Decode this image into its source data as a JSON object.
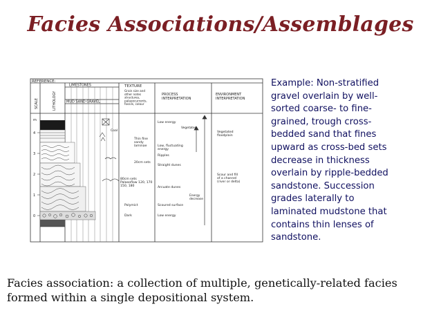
{
  "slide": {
    "title": "Facies Associations/Assemblages",
    "example_text": "Example:  Non-stratified\ngravel overlain by well-\nsorted coarse- to fine-\ngrained, trough cross-\nbedded sand that fines\nupward as cross-bed sets\ndecrease in thickness\noverlain by ripple-bedded\nsandstone.  Succession\ngrades laterally to\nlaminated mudstone that\ncontains thin lenses of\nsandstone.",
    "definition_text": "Facies association: a collection of multiple, genetically-related facies\nformed within a single depositional system."
  },
  "log": {
    "reference_label": "REFERENCE:",
    "header": {
      "scale": "SCALE",
      "lithology": "LITHOLOGY",
      "limestones": "LIMESTONES",
      "mud_sand_gravel": "MUD  SAND  GRAVEL",
      "texture": "TEXTURE",
      "texture_note": "Grain size and\nother notes\nstructures,\npalaeocurrents,\nfossils, colour",
      "process": "PROCESS\nINTERPRETATION",
      "environment": "ENVIRONMENT\nINTERPRETATION"
    },
    "scale_ticks": [
      "m",
      "4",
      "3",
      "2",
      "1",
      "0"
    ],
    "texture_labels": [
      "Coal",
      "Thin fine\nsandy\nlaminae",
      "20cm sets",
      "80cm sets\nPalaeoflow 120, 170\n150, 180",
      "Polymict",
      "Dark"
    ],
    "process_labels": [
      "Low energy",
      "Low, fluctuating\nenergy",
      "Ripples",
      "Straight dunes",
      "Arcuate dunes",
      "Scoured surface",
      "Low energy"
    ],
    "arrow_labels": [
      "Vegetated",
      "Energy\ndecrease"
    ],
    "environment_labels": [
      "Vegetated\nfloodplain",
      "Scour and fill\nof a channel\n(river or delta)"
    ]
  }
}
